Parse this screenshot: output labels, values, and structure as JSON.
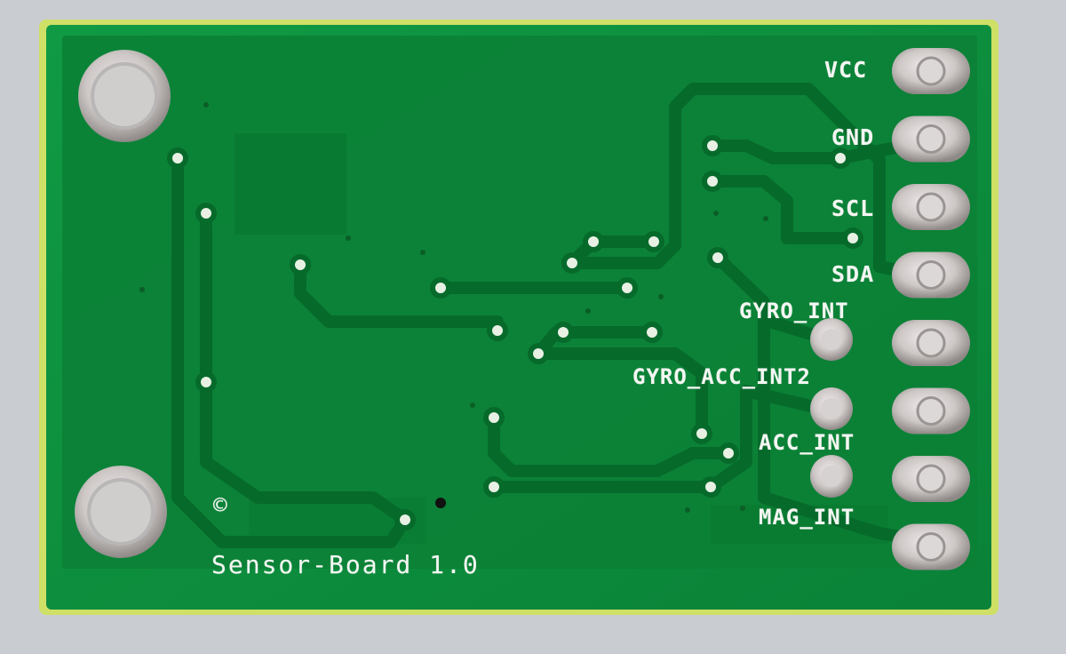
{
  "board": {
    "title": "Sensor-Board 1.0",
    "copyright_mark": "©",
    "colors": {
      "background": "#c9cdd1",
      "edge": "#cfe066",
      "solder_mask": "#0d8a3c",
      "copper": "#0a7a33",
      "trace": "#07692b",
      "silkscreen": "#f4f6f2",
      "pad_metal": "#d9d4d2"
    }
  },
  "header_pins": [
    {
      "label": "VCC"
    },
    {
      "label": "GND"
    },
    {
      "label": "SCL"
    },
    {
      "label": "SDA"
    },
    {
      "label": "GYRO_INT"
    },
    {
      "label": "GYRO_ACC_INT2"
    },
    {
      "label": "ACC_INT"
    },
    {
      "label": "MAG_INT"
    }
  ]
}
